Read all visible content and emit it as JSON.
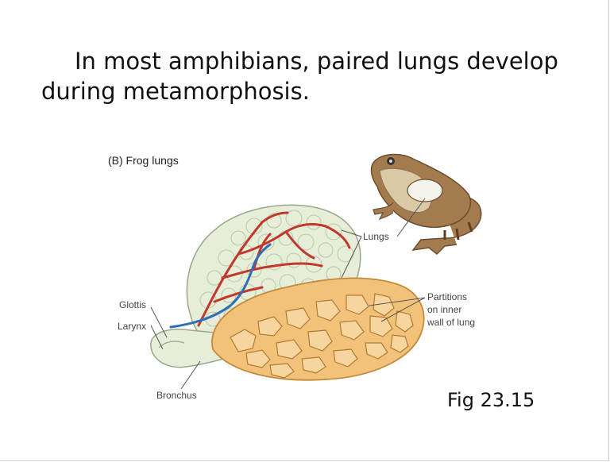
{
  "slide": {
    "title": "In most amphibians, paired lungs develop during metamorphosis.",
    "caption": "Fig 23.15"
  },
  "figure": {
    "panel_label": "(B) Frog lungs",
    "labels": {
      "lungs": "Lungs",
      "glottis": "Glottis",
      "larynx": "Larynx",
      "bronchus": "Bronchus",
      "partitions_line1": "Partitions",
      "partitions_line2": "on inner",
      "partitions_line3": "wall of lung"
    },
    "colors": {
      "lung_outer": "#e6edd8",
      "lung_inner": "#f2c27a",
      "artery": "#c0392b",
      "vein": "#2e6eb5",
      "frog_body": "#a37b4e"
    }
  }
}
